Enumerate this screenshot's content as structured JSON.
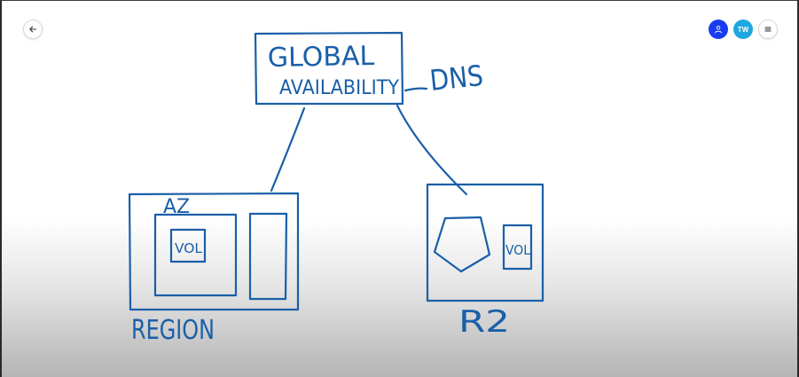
{
  "toolbar": {
    "back_icon": "arrow-left-icon",
    "user_icon": "person-icon",
    "avatar_initials": "TW",
    "menu_icon": "hamburger-menu-icon",
    "user_color": "#1a3cf0",
    "avatar_color": "#1ea7e0"
  },
  "ink_color": "#1a5fa8",
  "diagram": {
    "global_box": {
      "line1": "GLOBAL",
      "line2": "AVAILABILITY"
    },
    "dns_label": "DNS",
    "region_left": {
      "az_label": "AZ",
      "volume_label": "VOL",
      "region_label": "REGION"
    },
    "region_right": {
      "volume_label": "VOL",
      "region_label": "R2"
    }
  }
}
